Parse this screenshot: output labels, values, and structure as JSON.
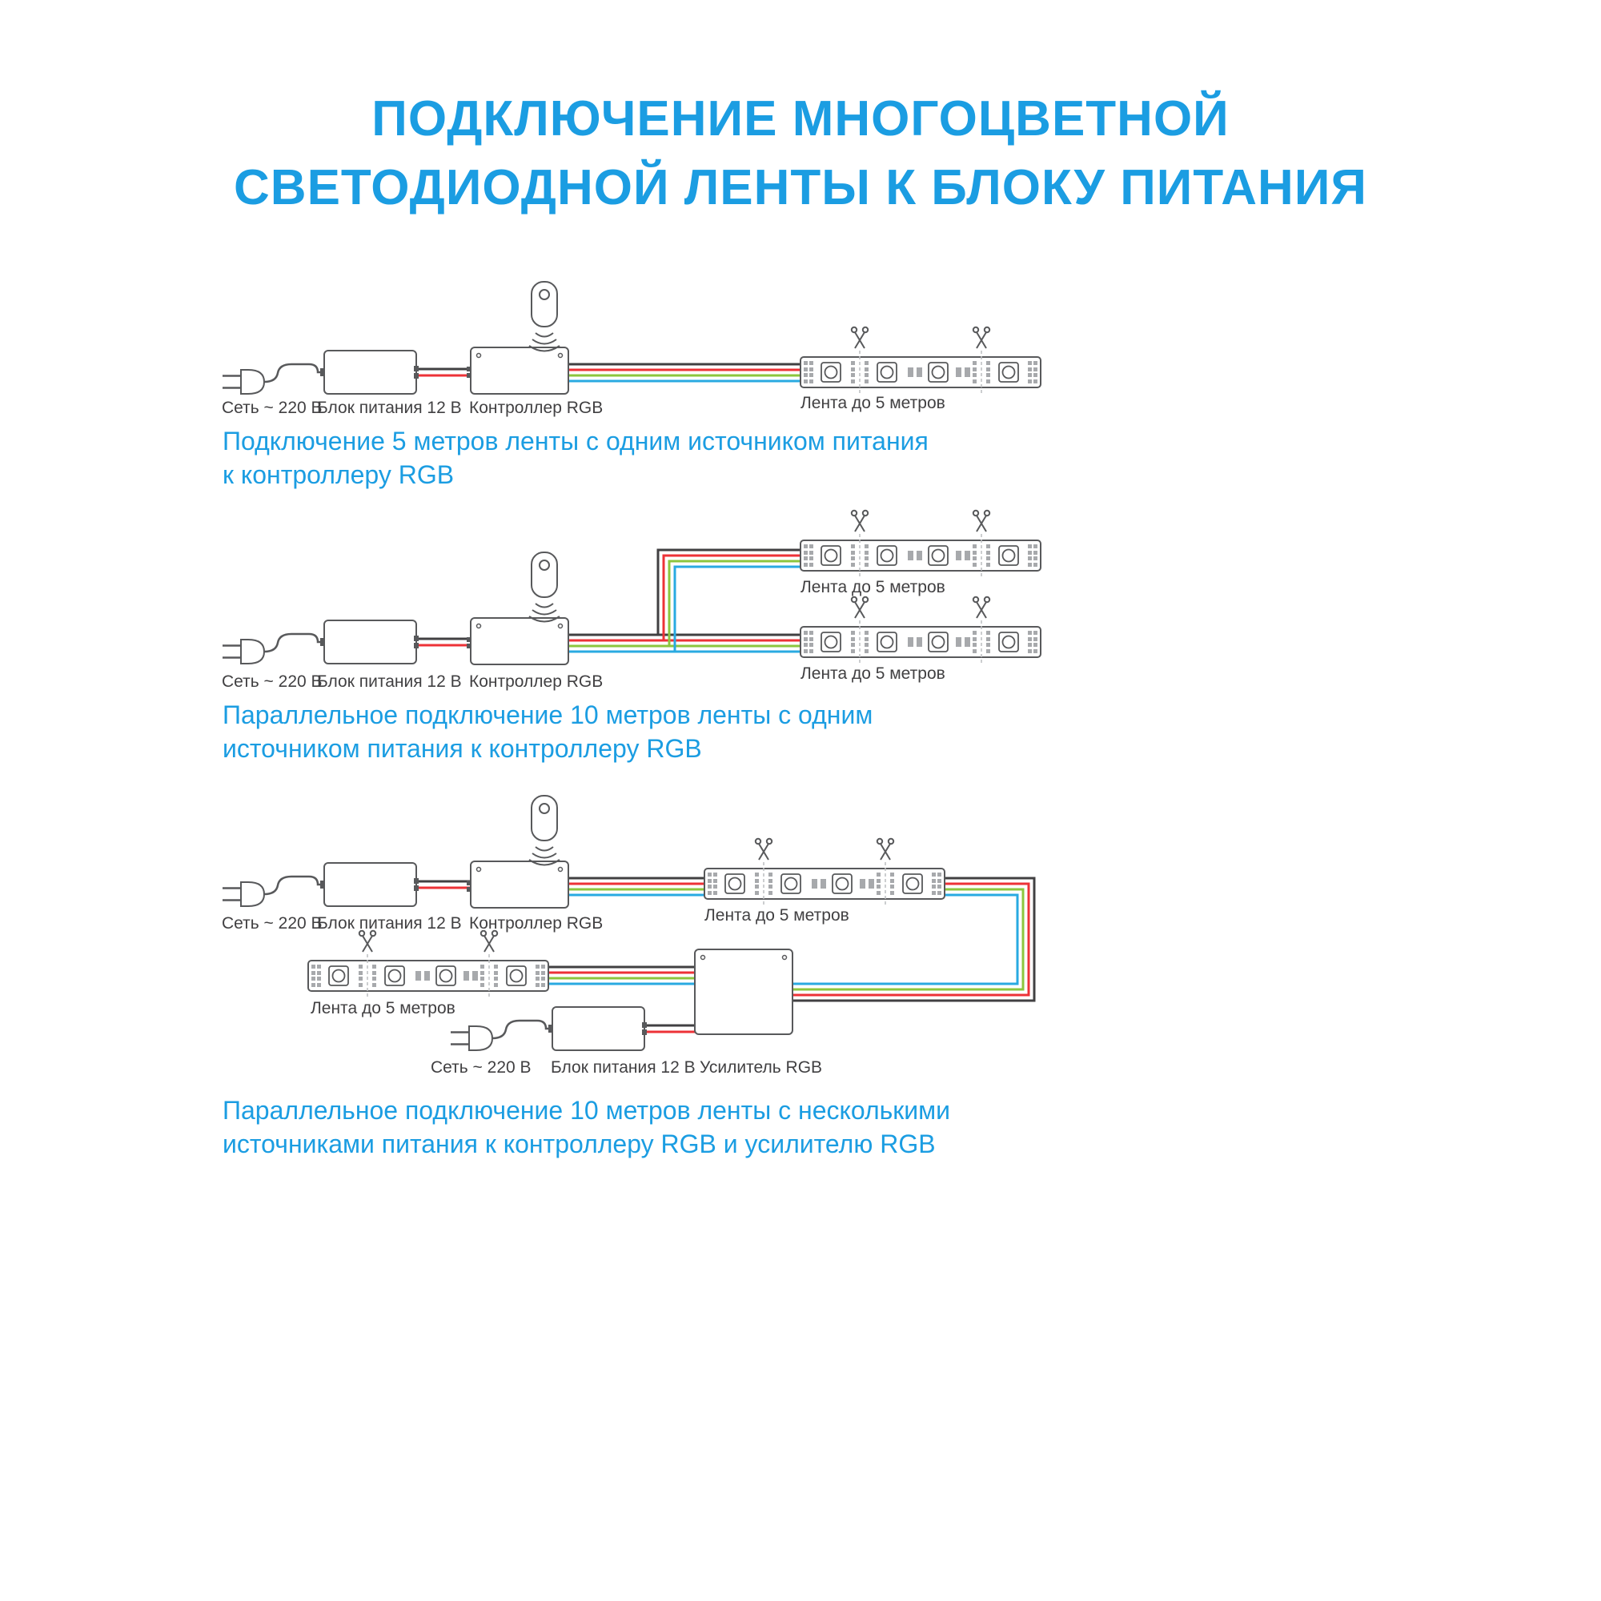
{
  "title": {
    "line1": "ПОДКЛЮЧЕНИЕ МНОГОЦВЕТНОЙ",
    "line2": "СВЕТОДИОДНОЙ ЛЕНТЫ К БЛОКУ ПИТАНИЯ"
  },
  "labels": {
    "mains": "Сеть ~ 220 В",
    "psu": "Блок питания 12 В",
    "controller": "Контроллер RGB",
    "strip": "Лента до 5 метров",
    "amplifier": "Усилитель RGB"
  },
  "captions": {
    "d1_line1": "Подключение 5 метров ленты с одним источником питания",
    "d1_line2": "к контроллеру RGB",
    "d2_line1": "Параллельное подключение 10 метров ленты с одним",
    "d2_line2": "источником питания к контроллеру RGB",
    "d3_line1": "Параллельное подключение 10 метров ленты с несколькими",
    "d3_line2": "источниками питания к контроллеру RGB и усилителю RGB"
  },
  "colors": {
    "accent": "#1b9de2",
    "outline": "#58595b",
    "label_text": "#414042",
    "wire_black": "#414042",
    "wire_red": "#ed3237",
    "wire_green": "#8cc63e",
    "wire_blue": "#29aae1"
  }
}
